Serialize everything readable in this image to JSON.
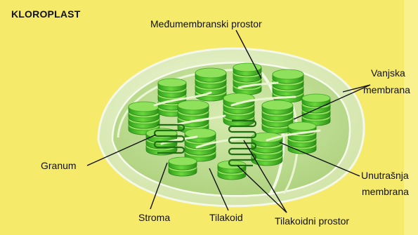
{
  "title": "KLOROPLAST",
  "labels": {
    "intermembrane_space": "Međumembranski prostor",
    "outer_membrane": [
      "Vanjska",
      "membrana"
    ],
    "inner_membrane": [
      "Unutrašnja",
      "membrana"
    ],
    "granum": "Granum",
    "stroma": "Stroma",
    "thylakoid": "Tilakoid",
    "thylakoid_space": "Tilakoidni prostor"
  },
  "colors": {
    "background": "#f6ea6a",
    "organelle_outer": "#e4efc4",
    "stroma": "#c8e19a",
    "grana": "#4fc52e",
    "grana_top": "#8fe05a",
    "leader_lines": "#111111"
  }
}
